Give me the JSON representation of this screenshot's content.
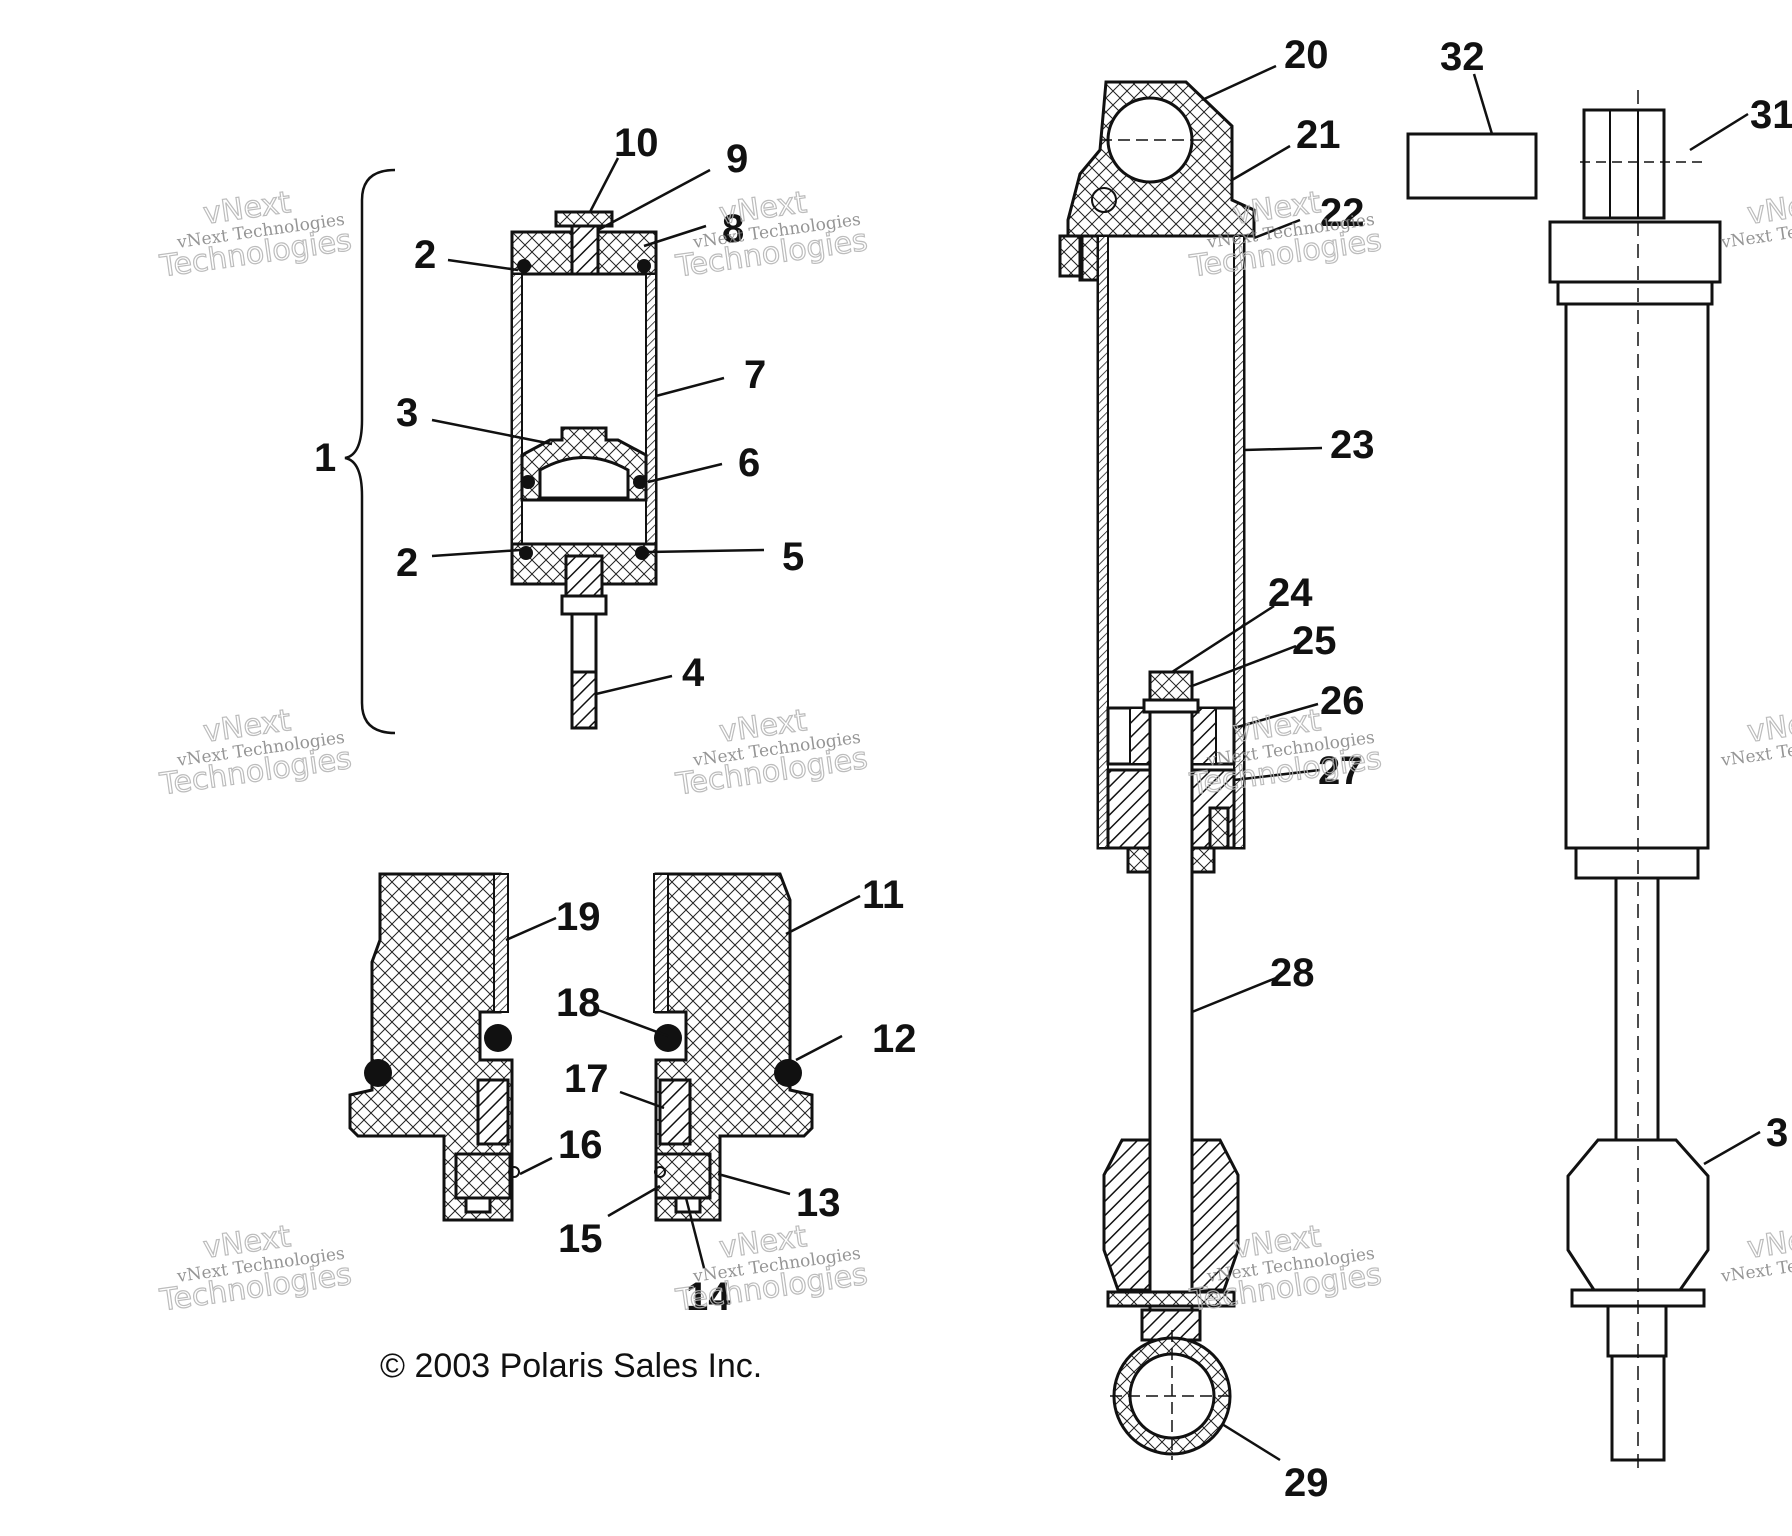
{
  "callouts": [
    "1",
    "2",
    "2",
    "3",
    "4",
    "5",
    "6",
    "7",
    "8",
    "9",
    "10",
    "11",
    "12",
    "13",
    "14",
    "15",
    "16",
    "17",
    "18",
    "19",
    "20",
    "21",
    "22",
    "23",
    "24",
    "25",
    "26",
    "27",
    "28",
    "29",
    "31",
    "32",
    "3"
  ],
  "copyright": "© 2003 Polaris Sales Inc.",
  "watermark": {
    "line1": "vNext Technologies",
    "line2": "vNext",
    "line3": "Technologies"
  },
  "colors": {
    "ink": "#111111",
    "watermark": "#9a9a9a",
    "background": "#ffffff"
  }
}
